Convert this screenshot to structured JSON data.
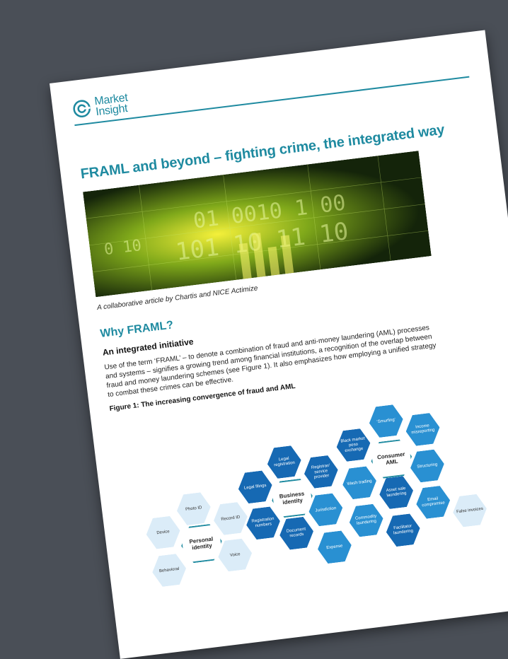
{
  "brand": {
    "line1": "Market",
    "line2": "Insight",
    "color": "#1e8aa0"
  },
  "title": "FRAML and beyond – fighting crime, the integrated way",
  "caption": "A collaborative article by Chartis and NICE Actimize",
  "section": {
    "heading": "Why FRAML?",
    "subheading": "An integrated initiative",
    "paragraph": "Use of the term ‘FRAML’ – to denote a combination of fraud and anti-money laundering (AML) processes and systems – signifies a growing trend among financial institutions, a recognition of the overlap between fraud and money laundering schemes (see Figure 1). It also emphasizes how employing a unified strategy to combat these crimes can be effective."
  },
  "figure": {
    "caption": "Figure 1: The increasing convergence of fraud and AML",
    "hexes": [
      {
        "label": "‘Smurfing’",
        "tone": "mid"
      },
      {
        "label": "Income misreporting",
        "tone": "mid"
      },
      {
        "label": "Black market peso exchange",
        "tone": "dark"
      },
      {
        "label": "Consumer AML",
        "tone": "core"
      },
      {
        "label": "Legal registration",
        "tone": "dark"
      },
      {
        "label": "Registrar/ service provider",
        "tone": "dark"
      },
      {
        "label": "Structuring",
        "tone": "mid"
      },
      {
        "label": "Legal filings",
        "tone": "dark"
      },
      {
        "label": "Business identity",
        "tone": "core"
      },
      {
        "label": "Wash trading",
        "tone": "mid"
      },
      {
        "label": "Asset sale laundering",
        "tone": "dark"
      },
      {
        "label": "Email compromise",
        "tone": "mid"
      },
      {
        "label": "Photo ID",
        "tone": "light"
      },
      {
        "label": "Record ID",
        "tone": "light"
      },
      {
        "label": "Registration numbers",
        "tone": "dark"
      },
      {
        "label": "Jurisdiction",
        "tone": "mid"
      },
      {
        "label": "False invoices",
        "tone": "light"
      },
      {
        "label": "Device",
        "tone": "light"
      },
      {
        "label": "Personal identity",
        "tone": "core"
      },
      {
        "label": "Document records",
        "tone": "dark"
      },
      {
        "label": "Commodity laundering",
        "tone": "mid"
      },
      {
        "label": "Facilitator laundering",
        "tone": "dark"
      },
      {
        "label": "Voice",
        "tone": "light"
      },
      {
        "label": "Behavioral",
        "tone": "light"
      },
      {
        "label": "Expense",
        "tone": "mid"
      }
    ]
  }
}
